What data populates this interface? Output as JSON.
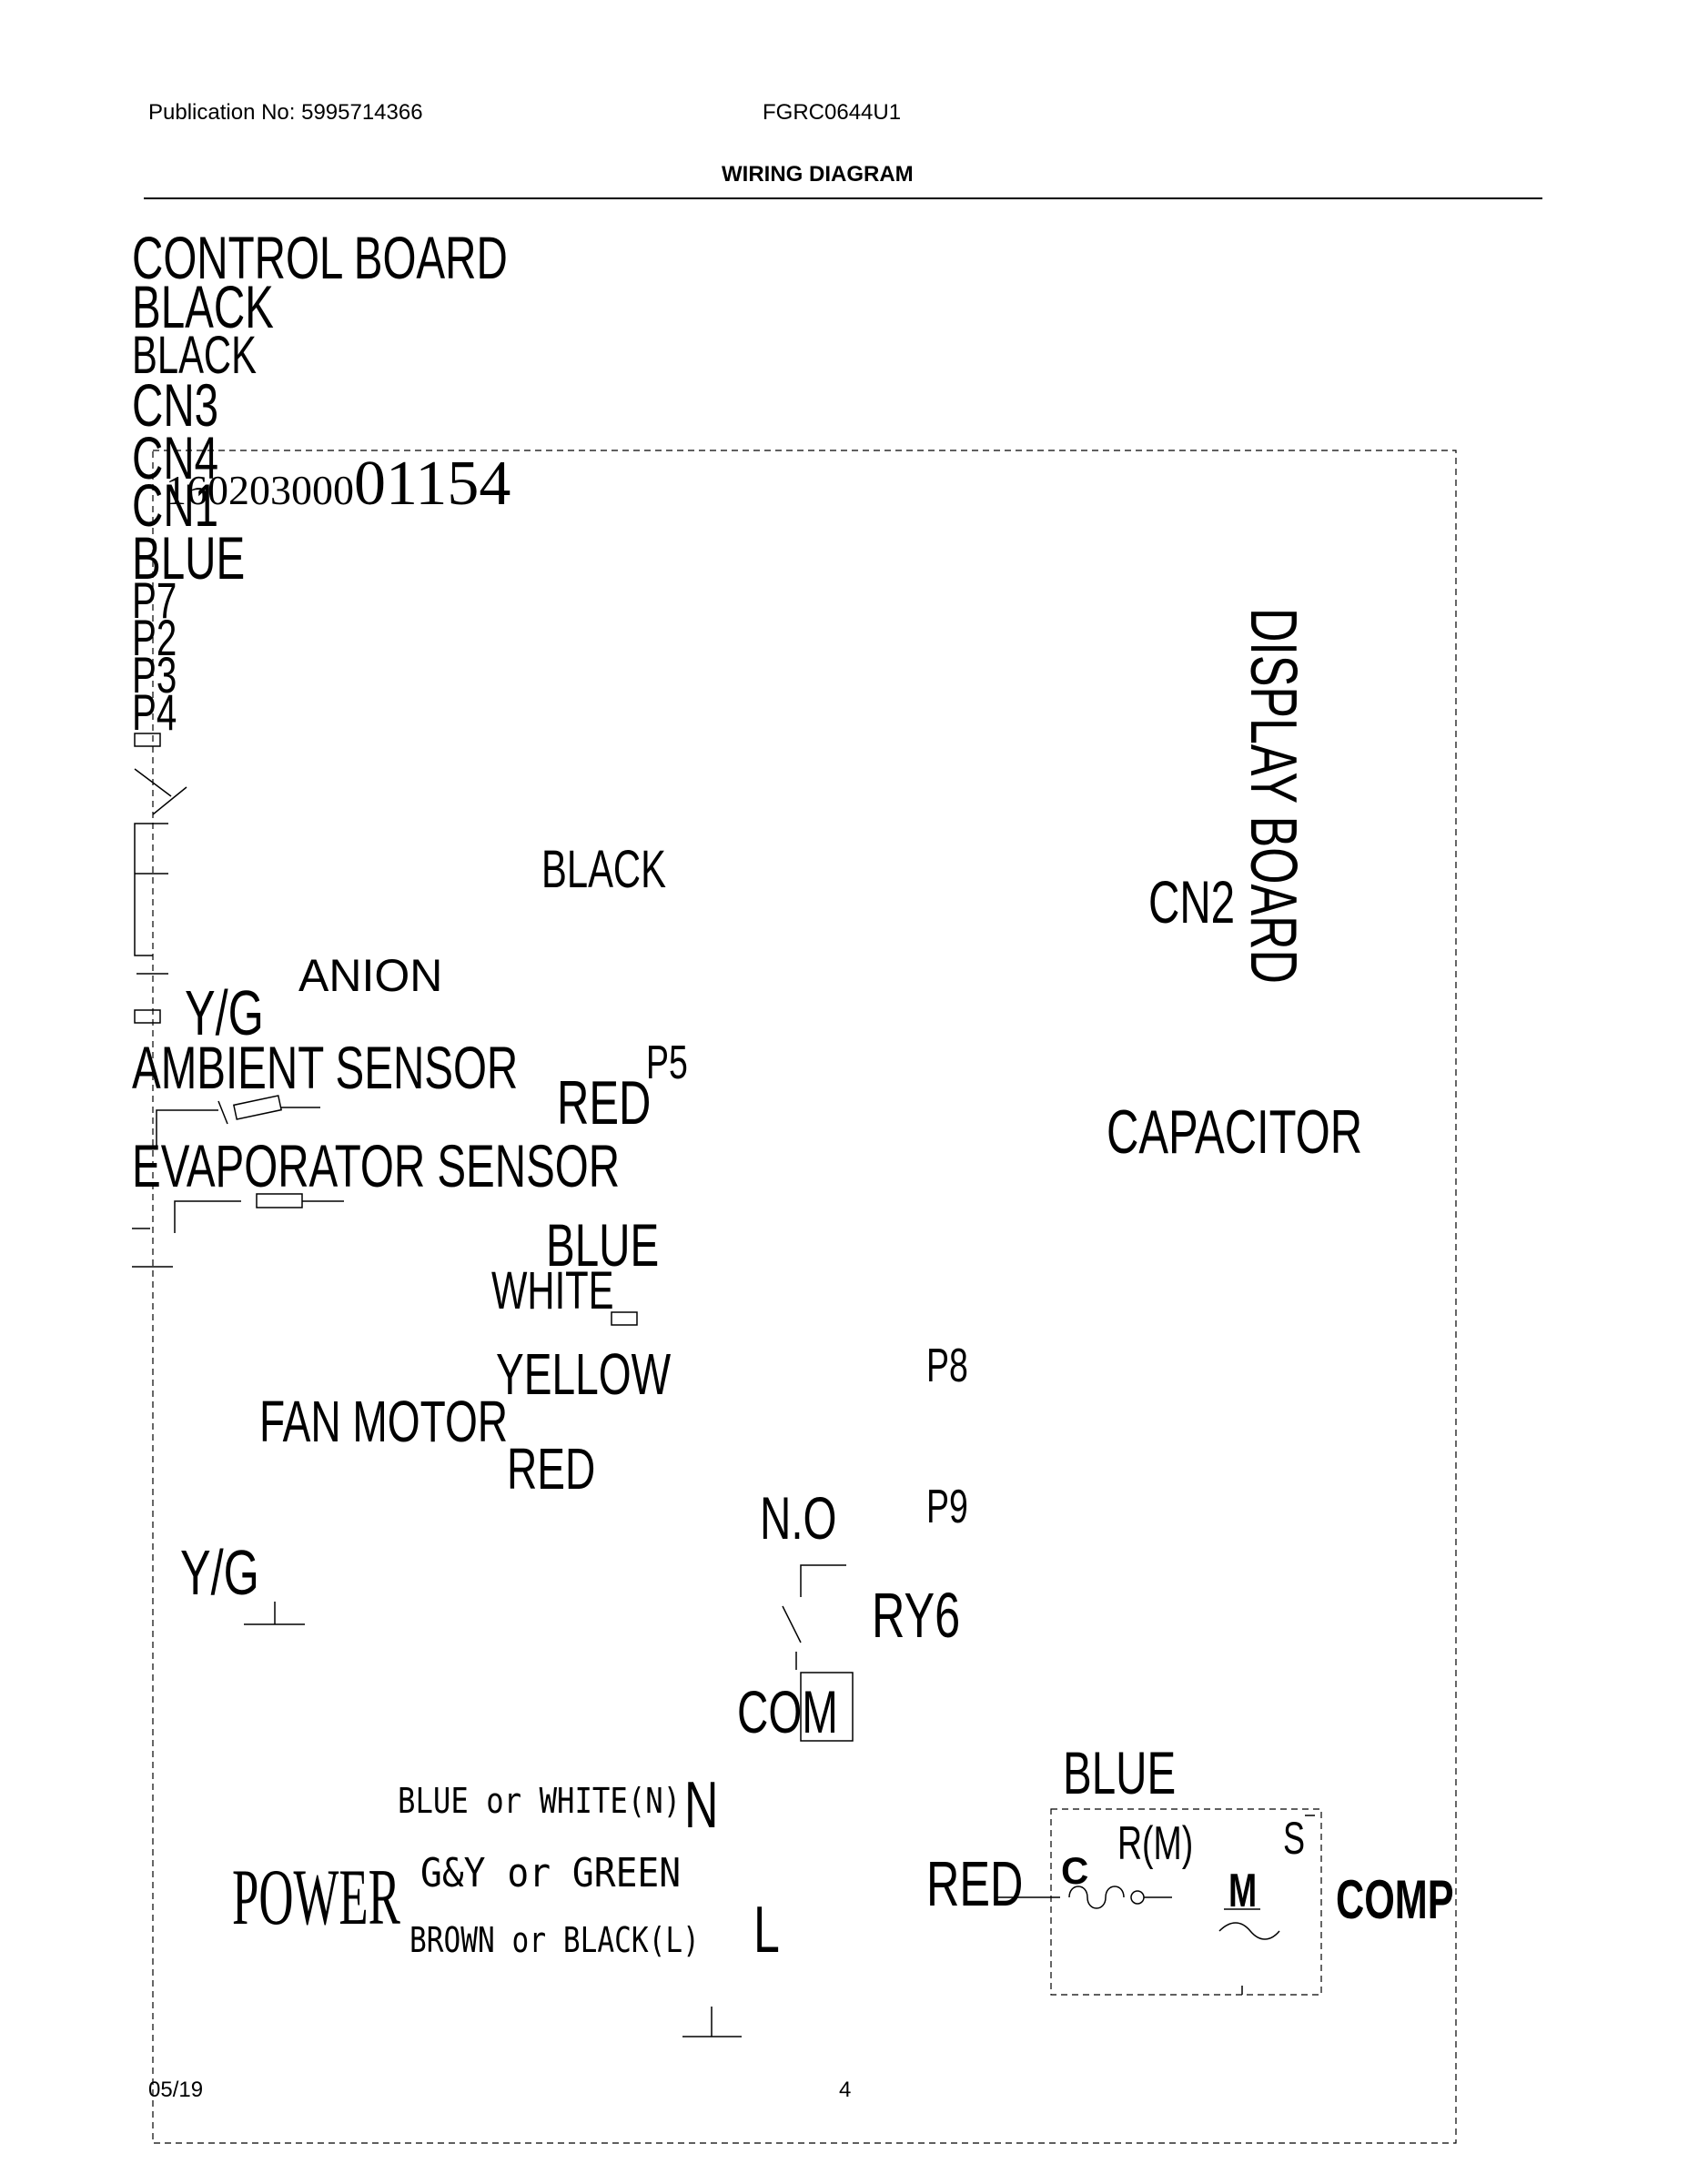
{
  "header": {
    "publication": "Publication No: 5995714366",
    "model": "FGRC0644U1",
    "title": "WIRING DIAGRAM"
  },
  "footer": {
    "date": "05/19",
    "page": "4"
  },
  "diagram": {
    "control_board": "CONTROL BOARD",
    "black_1": "BLACK",
    "black_2": "BLACK",
    "cn3": "CN3",
    "cn4": "CN4",
    "cn1": "CN1",
    "part_number": "160203000",
    "part_number_suffix": "01154",
    "blue_top": "BLUE",
    "p7": "P7",
    "p2": "P2",
    "p3": "P3",
    "p4": "P4",
    "black_mid": "BLACK",
    "display_board": "DISPLAY BOARD",
    "cn2": "CN2",
    "yg_top": "Y/G",
    "anion": "ANION",
    "ambient_sensor": "AMBIENT SENSOR",
    "red_p5": "RED",
    "p5": "P5",
    "capacitor": "CAPACITOR",
    "evaporator_sensor": "EVAPORATOR SENSOR",
    "blue_mid": "BLUE",
    "white": "WHITE",
    "yellow": "YELLOW",
    "p8": "P8",
    "fan_motor": "FAN MOTOR",
    "red_fan": "RED",
    "no": "N.O",
    "p9": "P9",
    "yg_bottom": "Y/G",
    "ry6": "RY6",
    "com": "COM",
    "blue_comp": "BLUE",
    "power_neutral": "BLUE or WHITE(N)",
    "n": "N",
    "power_ground": "G&Y or GREEN",
    "power_line": "BROWN or BLACK(L)",
    "power": "POWER",
    "l": "L",
    "red_comp": "RED",
    "c": "C",
    "rm": "R(M)",
    "s": "S",
    "m": "M",
    "comp": "COMP"
  }
}
